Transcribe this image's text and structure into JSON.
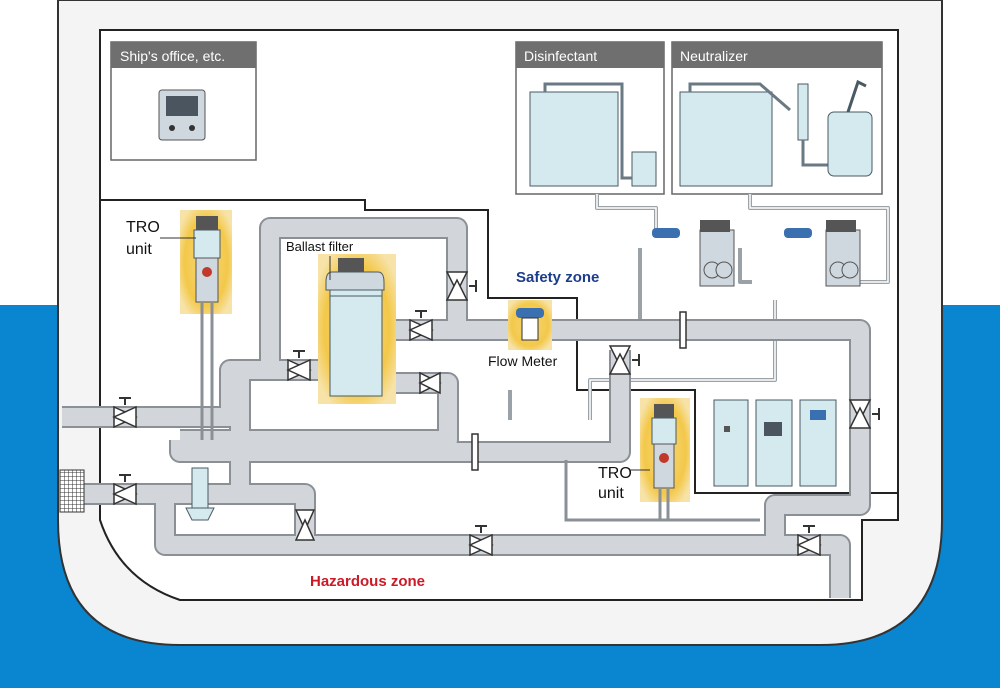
{
  "labels": {
    "ships_office": "Ship's office, etc.",
    "disinfectant": "Disinfectant",
    "neutralizer": "Neutralizer",
    "tro_unit_line1": "TRO",
    "tro_unit_line2": "unit",
    "ballast_filter": "Ballast filter",
    "safety_zone": "Safety zone",
    "flow_meter": "Flow Meter",
    "hazardous_zone": "Hazardous zone"
  },
  "colors": {
    "sea": "#0a86d0",
    "hull_bg": "#f4f4f4",
    "pipe": "#d2d6da",
    "pipe_edge": "#8a9096",
    "tank": "#d4eaee",
    "tank_edge": "#4a5a64",
    "header_bar": "#6f6f6f",
    "highlight": "#f3c84a",
    "safety_text": "#1c3c8c",
    "hazard_text": "#cc1a26"
  }
}
